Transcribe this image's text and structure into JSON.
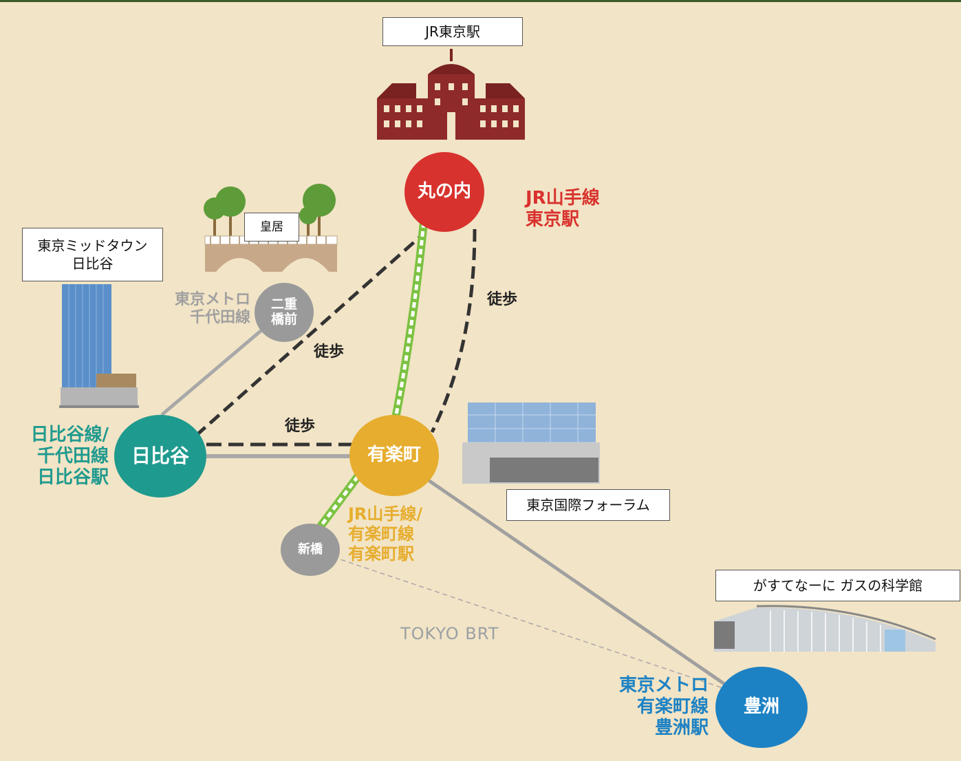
{
  "landmarks": {
    "tokyo_station": "JR東京駅",
    "imperial_palace": "皇居",
    "midtown_line1": "東京ミッドタウン",
    "midtown_line2": "日比谷",
    "forum": "東京国際フォーラム",
    "gas_museum": "がすてなーに ガスの科学館"
  },
  "stations": {
    "marunouchi": {
      "name": "丸の内",
      "color": "#d8322e"
    },
    "nijubashi": {
      "name_line1": "二重",
      "name_line2": "橋前",
      "color": "#9a9a9a"
    },
    "hibiya": {
      "name": "日比谷",
      "color": "#1f9a8e"
    },
    "yurakucho": {
      "name": "有楽町",
      "color": "#e6ad2e"
    },
    "shinbashi": {
      "name": "新橋",
      "color": "#9a9a9a"
    },
    "toyosu": {
      "name": "豊洲",
      "color": "#1d82c4"
    }
  },
  "line_labels": {
    "marunouchi": "JR山手線\n東京駅",
    "nijubashi": "東京メトロ\n千代田線",
    "hibiya": "日比谷線/\n千代田線\n日比谷駅",
    "yurakucho": "JR山手線/\n有楽町線\n有楽町駅",
    "toyosu": "東京メトロ\n有楽町線\n豊洲駅"
  },
  "walk": {
    "label_marunouchi_yurakucho": "徒歩",
    "label_hibiya_marunouchi": "徒歩",
    "label_hibiya_yurakucho": "徒歩"
  },
  "brt": {
    "label": "TOKYO BRT"
  },
  "colors": {
    "background": "#f2e4c6",
    "jr_line": "#7cc242",
    "walk_line": "#333333",
    "metro_line": "#a8a8a8"
  }
}
